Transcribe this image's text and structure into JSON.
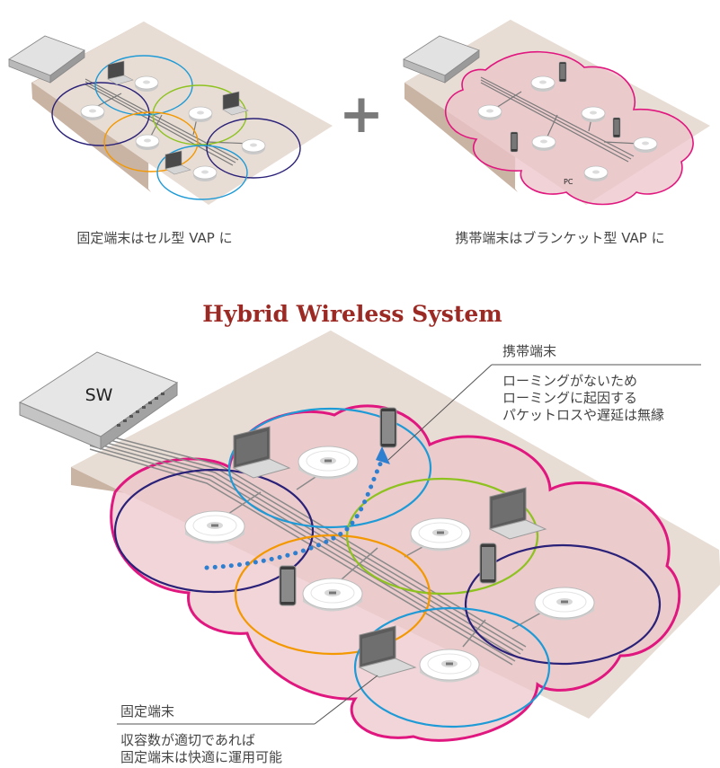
{
  "top_left": {
    "caption": "固定端末はセル型 VAP に"
  },
  "top_right": {
    "caption": "携帯端末はブランケット型 VAP に",
    "pc_label": "PC"
  },
  "plus_sign": "+",
  "main": {
    "title": "Hybrid Wireless System",
    "switch_label": "SW",
    "mobile_callout": {
      "heading": "携帯端末",
      "lines": [
        "ローミングがないため",
        "ローミングに起因する",
        "パケットロスや遅延は無縁"
      ]
    },
    "fixed_callout": {
      "heading": "固定端末",
      "lines": [
        "収容数が適切であれば",
        "固定端末は快適に運用可能"
      ]
    }
  },
  "colors": {
    "blanket": "#e0177f",
    "cell_navy": "#2a2178",
    "cell_blue": "#1e9ad6",
    "cell_green": "#8dc21f",
    "cell_orange": "#f39800",
    "floor": "#e8ddd4",
    "wall": "#c9b3a3",
    "title": "#9b2a24",
    "roaming_path": "#2f7fd0"
  }
}
